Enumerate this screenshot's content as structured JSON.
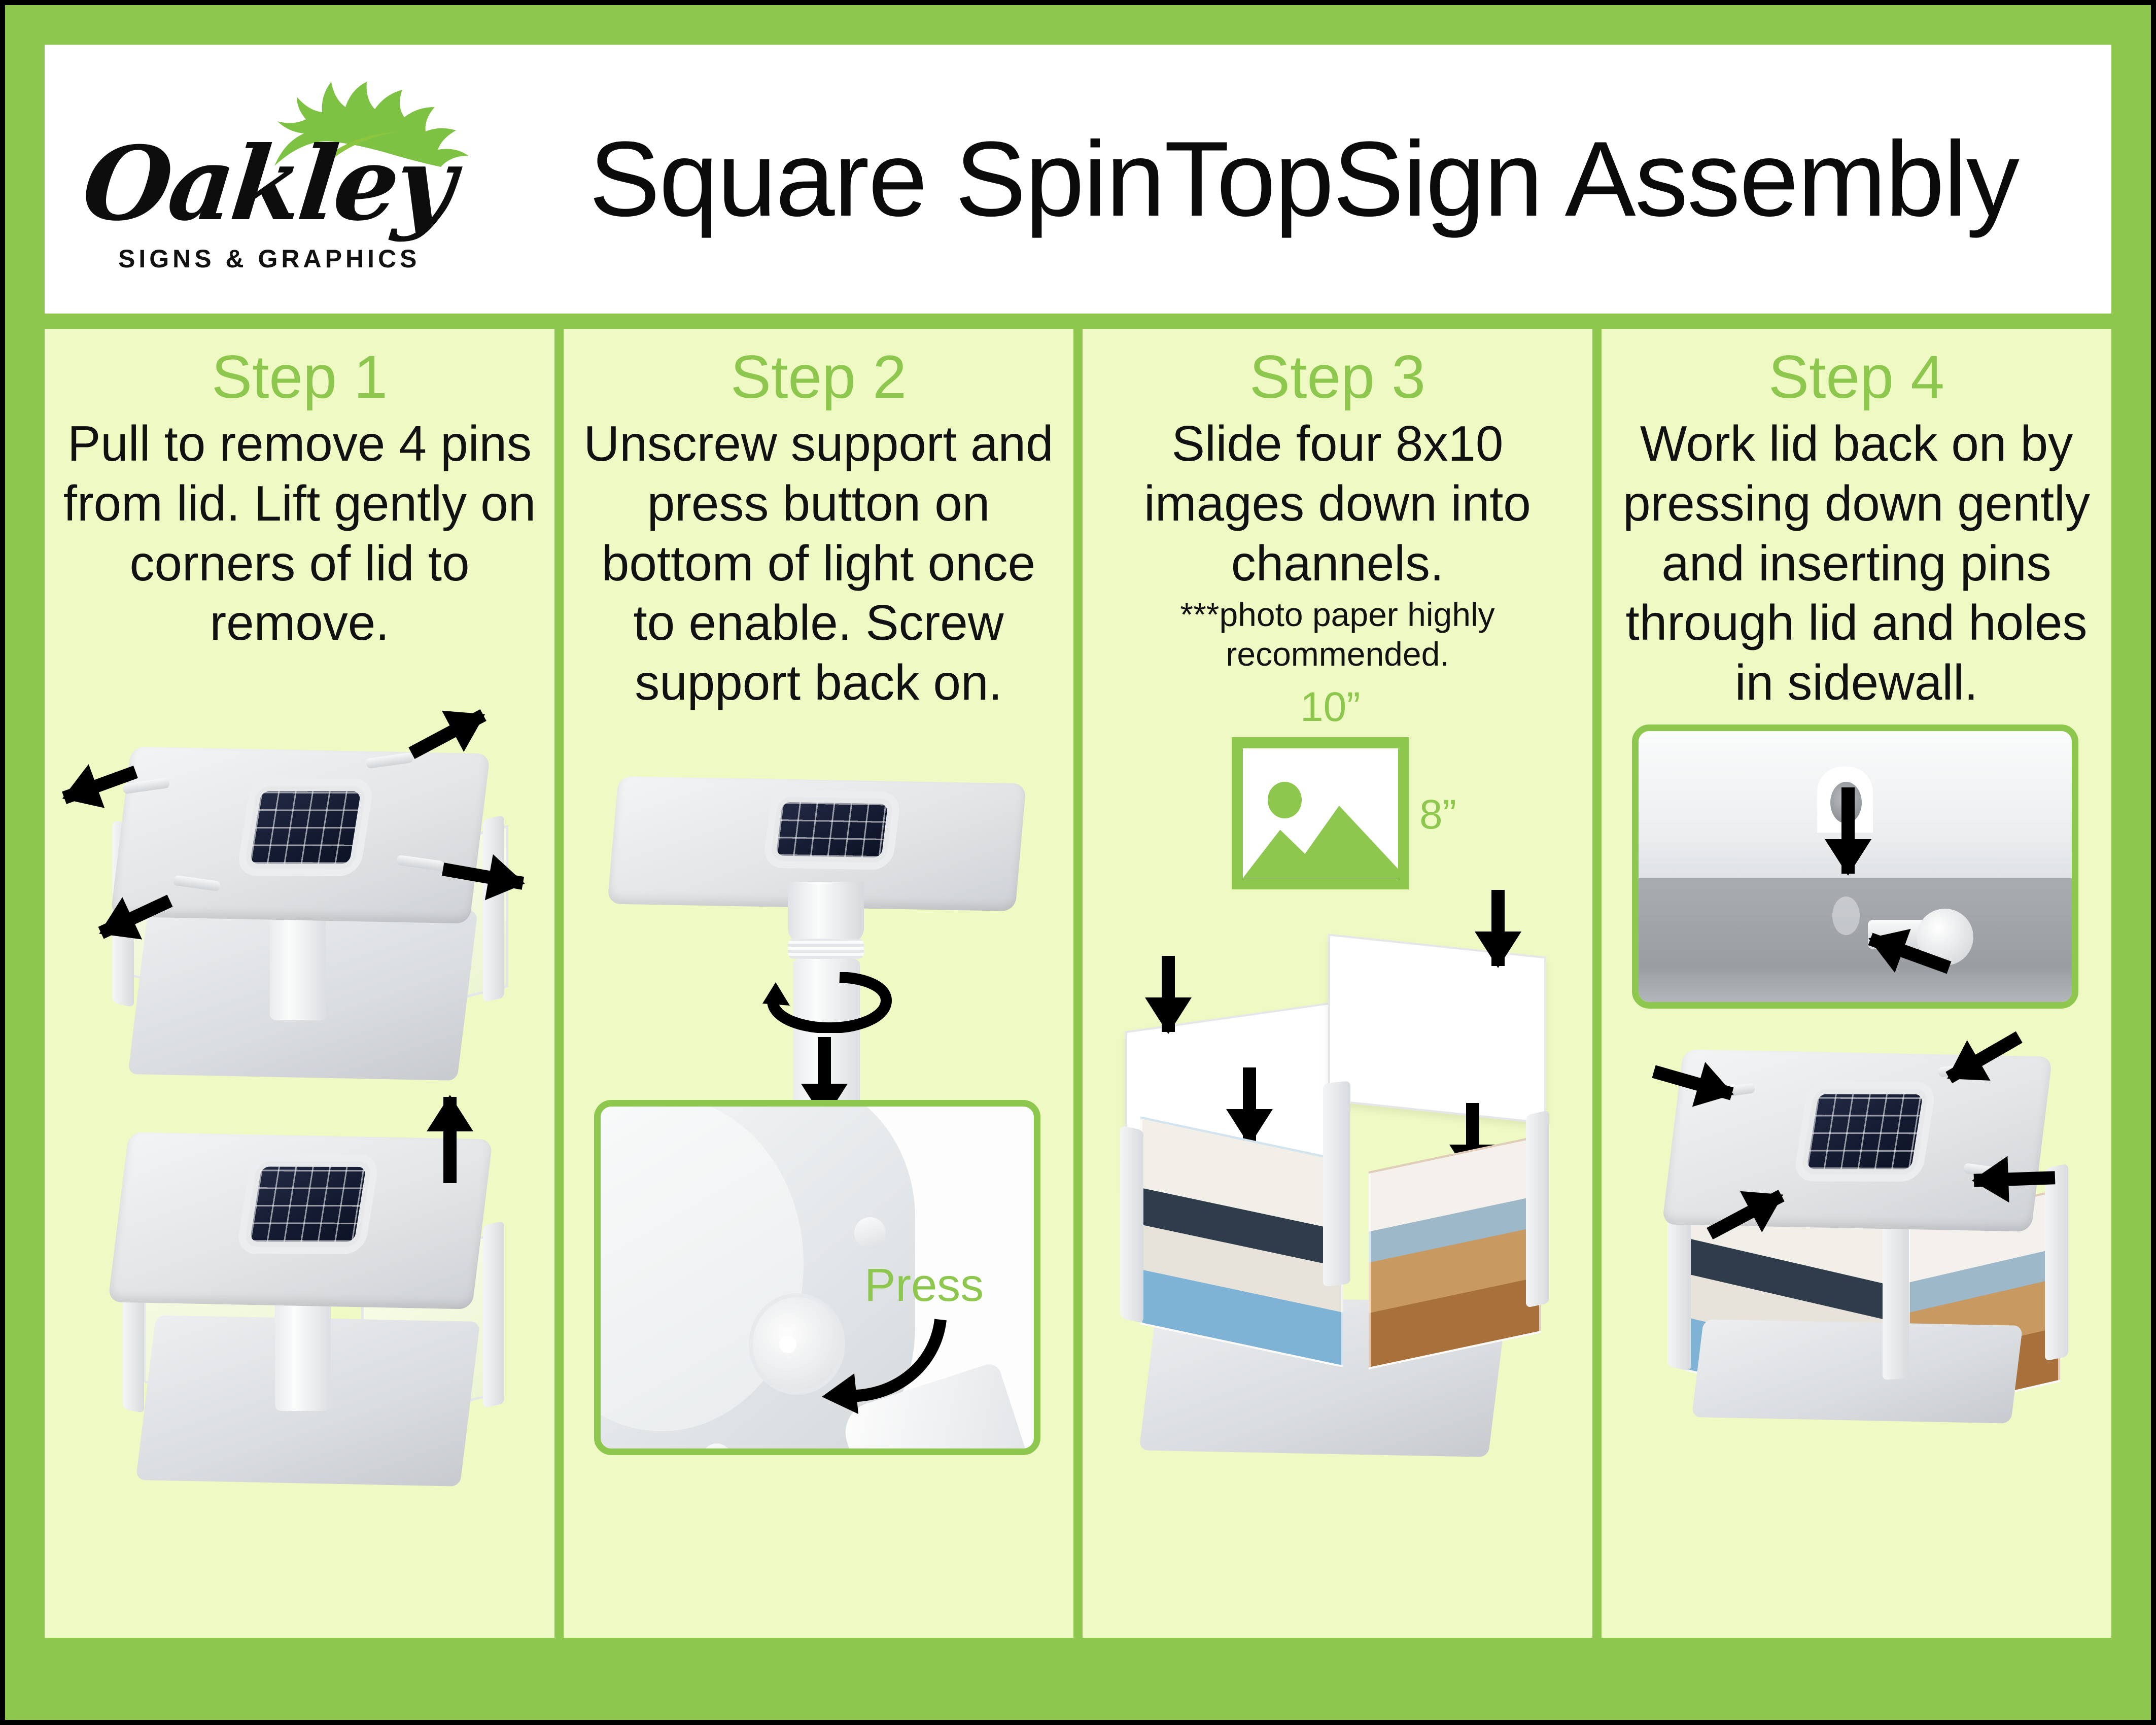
{
  "colors": {
    "frame_green": "#8DC74E",
    "panel_green": "#EFF9C4",
    "heading_green": "#8DC74E",
    "body_black": "#111111",
    "outer_border": "#000000",
    "header_white": "#FFFFFF"
  },
  "header": {
    "title": "Square SpinTopSign Assembly",
    "logo": {
      "wordmark": "Oakley",
      "tagline": "SIGNS & GRAPHICS",
      "mark": "oak-leaf-icon"
    }
  },
  "steps": [
    {
      "heading": "Step 1",
      "body": "Pull to remove 4 pins from lid. Lift gently on corners of lid to remove.",
      "note": "",
      "art": {
        "top_caption": "",
        "figures": [
          "solar-sign-box-with-pins-pulling-out",
          "solar-sign-box-lid-lifting-up"
        ]
      }
    },
    {
      "heading": "Step 2",
      "body": "Unscrew support and press button on bottom of light once to enable. Screw support back on.",
      "note": "",
      "art": {
        "press_label": "Press",
        "figures": [
          "lid-with-support-tube-unscrewing",
          "light-underside-button-detail"
        ]
      }
    },
    {
      "heading": "Step 3",
      "body": "Slide four 8x10 images down into channels.",
      "note": "***photo paper highly recommended.",
      "art": {
        "image_icon": {
          "width_label": "10”",
          "height_label": "8”",
          "icon": "picture-placeholder-icon"
        },
        "figures": [
          "base-with-images-sliding-into-channels"
        ]
      }
    },
    {
      "heading": "Step 4",
      "body": "Work lid back on by pressing down gently and inserting pins through lid and holes in sidewall.",
      "note": "",
      "art": {
        "figures": [
          "pin-hole-alignment-detail",
          "assembled-sign-with-pins-inserting"
        ]
      }
    }
  ]
}
